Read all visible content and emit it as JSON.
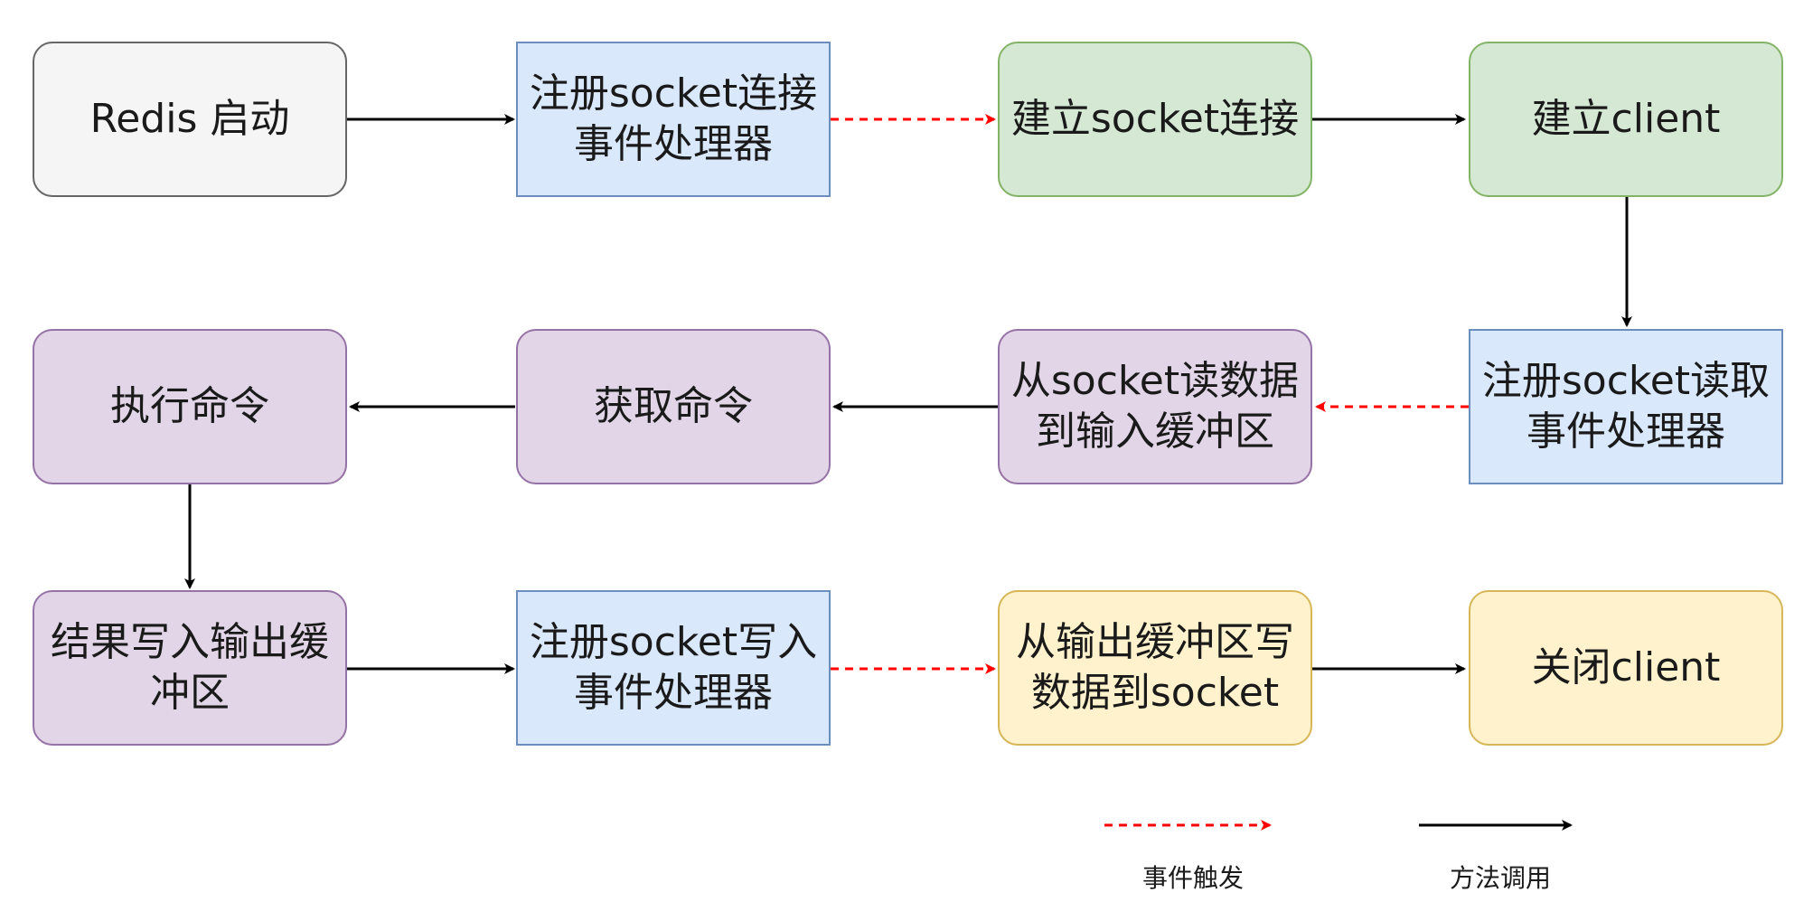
{
  "nodes": {
    "redis_start": "Redis 启动",
    "register_conn_handler": "注册socket连接\n事件处理器",
    "establish_socket": "建立socket连接",
    "establish_client": "建立client",
    "register_read_handler": "注册socket读取\n事件处理器",
    "read_to_input_buffer": "从socket读数据\n到输入缓冲区",
    "get_command": "获取命令",
    "execute_command": "执行命令",
    "write_output_buffer": "结果写入输出缓\n冲区",
    "register_write_handler": "注册socket写入\n事件处理器",
    "write_to_socket": "从输出缓冲区写\n数据到socket",
    "close_client": "关闭client"
  },
  "legend": {
    "event_trigger": "事件触发",
    "method_call": "方法调用"
  },
  "colors": {
    "start_fill": "#f5f5f5",
    "start_stroke": "#666666",
    "blue_fill": "#dae8fc",
    "blue_stroke": "#6c8ebf",
    "green_fill": "#d5e8d4",
    "green_stroke": "#82b366",
    "purple_fill": "#e1d5e7",
    "purple_stroke": "#9673a6",
    "yellow_fill": "#fff2cc",
    "yellow_stroke": "#d6b656",
    "event_arrow": "#ff0000",
    "call_arrow": "#000000"
  }
}
